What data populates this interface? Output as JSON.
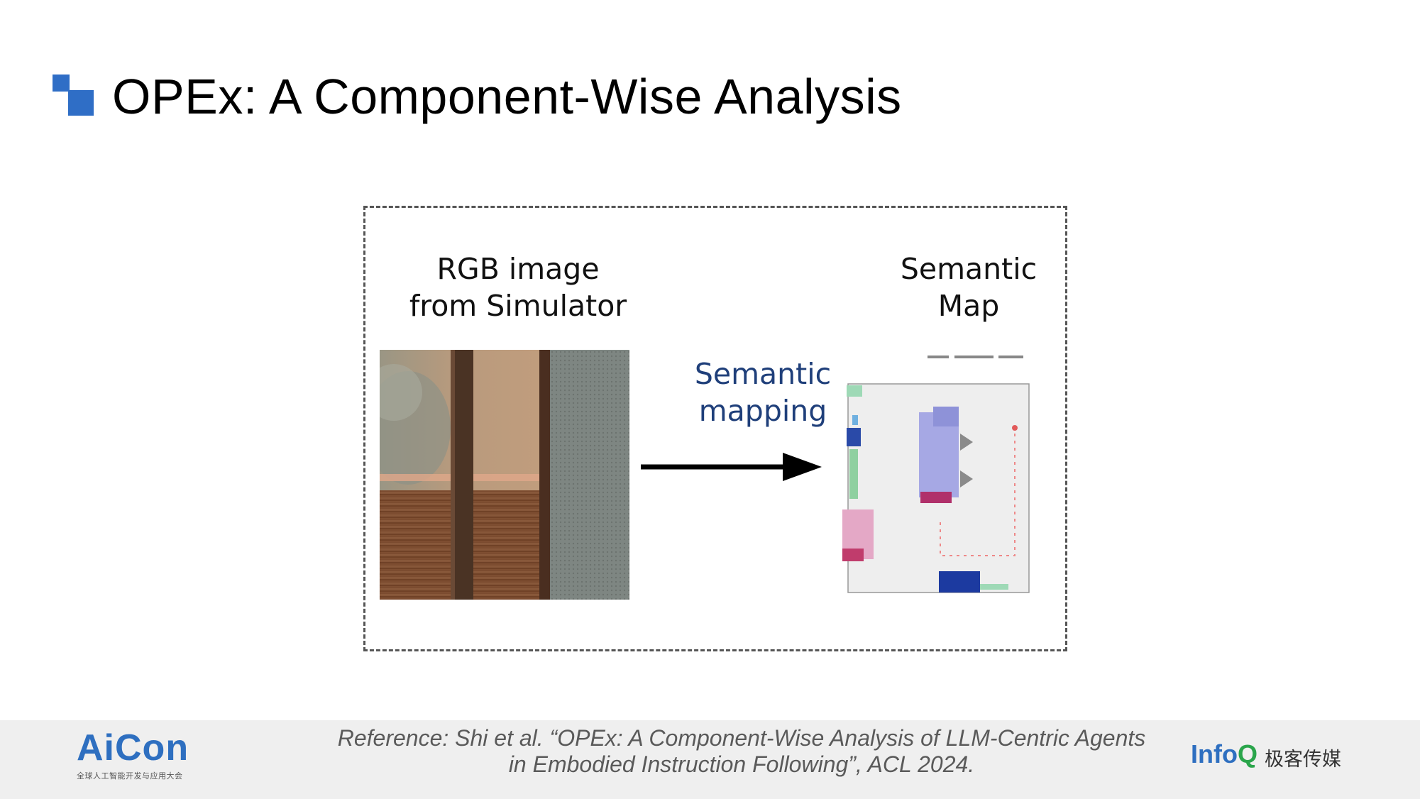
{
  "slide": {
    "title": "OPEx: A Component-Wise Analysis"
  },
  "figure": {
    "rgb_label_line1": "RGB image",
    "rgb_label_line2": "from Simulator",
    "mapping_label_line1": "Semantic",
    "mapping_label_line2": "mapping",
    "map_label_line1": "Semantic",
    "map_label_line2": "Map"
  },
  "footer": {
    "reference_line1": "Reference: Shi et al. “OPEx: A Component-Wise Analysis of LLM-Centric Agents",
    "reference_line2": "in Embodied Instruction Following”, ACL 2024.",
    "aicon_logo": "AiCon",
    "aicon_tagline": "全球人工智能开发与应用大会",
    "infoq_logo_main": "Info",
    "infoq_logo_q": "Q",
    "infoq_logo_cn": "极客传媒"
  },
  "colors": {
    "accent_blue": "#2f6ec6",
    "mapping_label": "#1f3f7a",
    "infoq_green": "#2aa54b"
  }
}
